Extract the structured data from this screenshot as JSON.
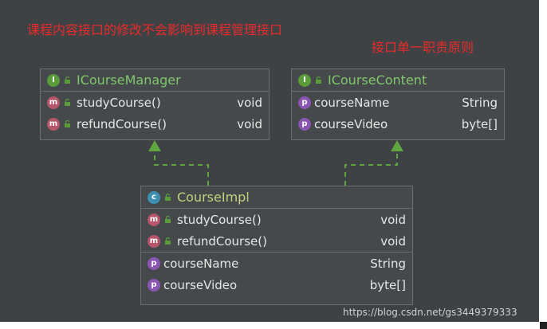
{
  "notes": {
    "top": "课程内容接口的修改不会影响到课程管理接口",
    "principle": "接口单一职责原则"
  },
  "diagram": {
    "manager": {
      "title": "ICourseManager",
      "kind": "I",
      "methods": [
        {
          "icon": "m",
          "name": "studyCourse()",
          "type": "void"
        },
        {
          "icon": "m",
          "name": "refundCourse()",
          "type": "void"
        }
      ]
    },
    "content": {
      "title": "ICourseContent",
      "kind": "I",
      "props": [
        {
          "icon": "p",
          "name": "courseName",
          "type": "String"
        },
        {
          "icon": "p",
          "name": "courseVideo",
          "type": "byte[]"
        }
      ]
    },
    "impl": {
      "title": "CourseImpl",
      "kind": "c",
      "methods": [
        {
          "icon": "m",
          "name": "studyCourse()",
          "type": "void"
        },
        {
          "icon": "m",
          "name": "refundCourse()",
          "type": "void"
        }
      ],
      "props": [
        {
          "icon": "p",
          "name": "courseName",
          "type": "String"
        },
        {
          "icon": "p",
          "name": "courseVideo",
          "type": "byte[]"
        }
      ]
    }
  },
  "watermark": "https://blog.csdn.net/gs3449379333",
  "colors": {
    "background": "#3f4244",
    "note_red": "#e82b2b",
    "interface_green": "#5a9b3a",
    "class_blue": "#3d8fb0",
    "method_pink": "#b5556a",
    "property_purple": "#8a55b3",
    "arrow_green": "#5fa83f"
  }
}
